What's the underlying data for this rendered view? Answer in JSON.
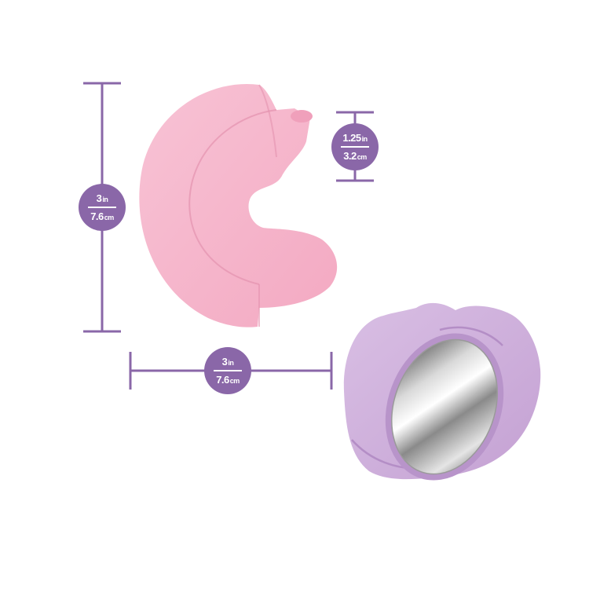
{
  "colors": {
    "dimension_line": "#8a67a8",
    "badge": "#8a67a8",
    "pink_product": "#f6b6cc",
    "lavender_product": "#d0b2dc"
  },
  "dimensions": {
    "height": {
      "imperial_value": "3",
      "imperial_unit": "in",
      "metric_value": "7.6",
      "metric_unit": "cm"
    },
    "width": {
      "imperial_value": "3",
      "imperial_unit": "in",
      "metric_value": "7.6",
      "metric_unit": "cm"
    },
    "opening": {
      "imperial_value": "1.25",
      "imperial_unit": "in",
      "metric_value": "3.2",
      "metric_unit": "cm"
    }
  }
}
